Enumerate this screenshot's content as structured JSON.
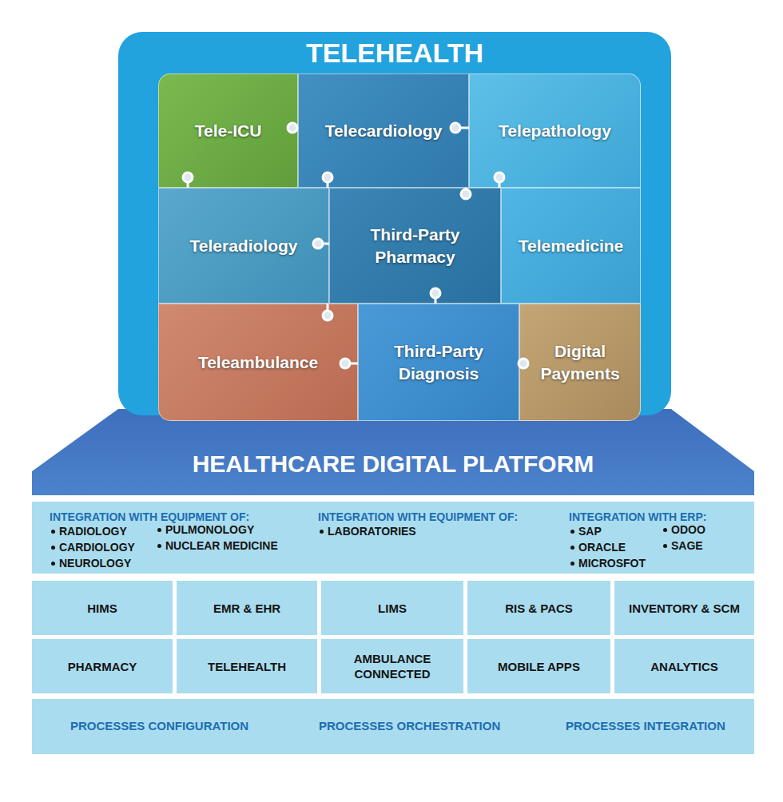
{
  "diagram": {
    "nodes": [
      {
        "text": [
          "TELEHEALTH"
        ]
      },
      {
        "text": [
          "Tele-ICU"
        ],
        "in": 0
      },
      {
        "text": [
          "Telecardiology"
        ],
        "in": 0
      },
      {
        "text": [
          "Telepathology"
        ],
        "in": 0
      },
      {
        "text": [
          "Teleradiology"
        ],
        "in": 0
      },
      {
        "text": [
          "Third-Party Pharmacy"
        ],
        "in": 0
      },
      {
        "text": [
          "Telemedicine"
        ],
        "in": 0
      },
      {
        "text": [
          "Teleambulance"
        ],
        "in": 0
      },
      {
        "text": [
          "Third-Party Diagnosis"
        ],
        "in": 0
      },
      {
        "text": [
          "Digital Payments"
        ],
        "in": 0
      },
      {
        "text": [
          "HEALTHCARE DIGITAL PLATFORM"
        ]
      },
      {
        "text": [
          "INTEGRATION WITH EQUIPMENT OF:",
          "RADIOLOGY",
          "CARDIOLOGY",
          "NEUROLOGY",
          "PULMONOLOGY",
          "NUCLEAR MEDICINE",
          "INTEGRATION WITH EQUIPMENT OF:",
          "LABORATORIES",
          "INTEGRATION WITH ERP:",
          "SAP",
          "ORACLE",
          "MICROSFOT",
          "ODOO",
          "SAGE"
        ]
      },
      {
        "text": [
          "HIMS"
        ]
      },
      {
        "text": [
          "EMR & EHR"
        ]
      },
      {
        "text": [
          "LIMS"
        ]
      },
      {
        "text": [
          "RIS & PACS"
        ]
      },
      {
        "text": [
          "INVENTORY & SCM"
        ]
      },
      {
        "text": [
          "PHARMACY"
        ]
      },
      {
        "text": [
          "TELEHEALTH"
        ]
      },
      {
        "text": [
          "AMBULANCE CONNECTED"
        ]
      },
      {
        "text": [
          "MOBILE APPS"
        ]
      },
      {
        "text": [
          "ANALYTICS"
        ]
      },
      {
        "text": [
          "PROCESSES CONFIGURATION",
          "PROCESSES ORCHESTRATION",
          "PROCESSES INTEGRATION"
        ]
      }
    ]
  }
}
